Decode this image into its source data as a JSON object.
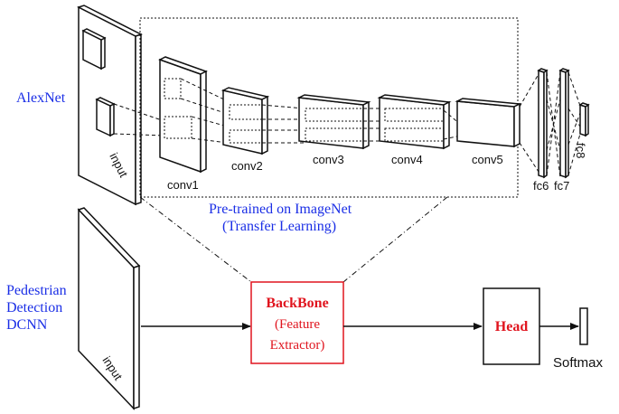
{
  "labels": {
    "alexnet": "AlexNet",
    "input_top": "input",
    "input_bottom": "input",
    "conv1": "conv1",
    "conv2": "conv2",
    "conv3": "conv3",
    "conv4": "conv4",
    "conv5": "conv5",
    "fc6": "fc6",
    "fc7": "fc7",
    "fc8": "fc8",
    "pretrained_line1": "Pre-trained on ImageNet",
    "pretrained_line2": "(Transfer Learning)",
    "pedestrian_line1": "Pedestrian",
    "pedestrian_line2": "Detection",
    "pedestrian_line3": "DCNN",
    "backbone_title": "BackBone",
    "backbone_line2": "(Feature",
    "backbone_line3": "Extractor)",
    "head": "Head",
    "softmax": "Softmax"
  },
  "colors": {
    "blue_text": "#1a2ee6",
    "red_text": "#e0141e",
    "box_border_red": "#e0141e",
    "line": "#111111"
  }
}
